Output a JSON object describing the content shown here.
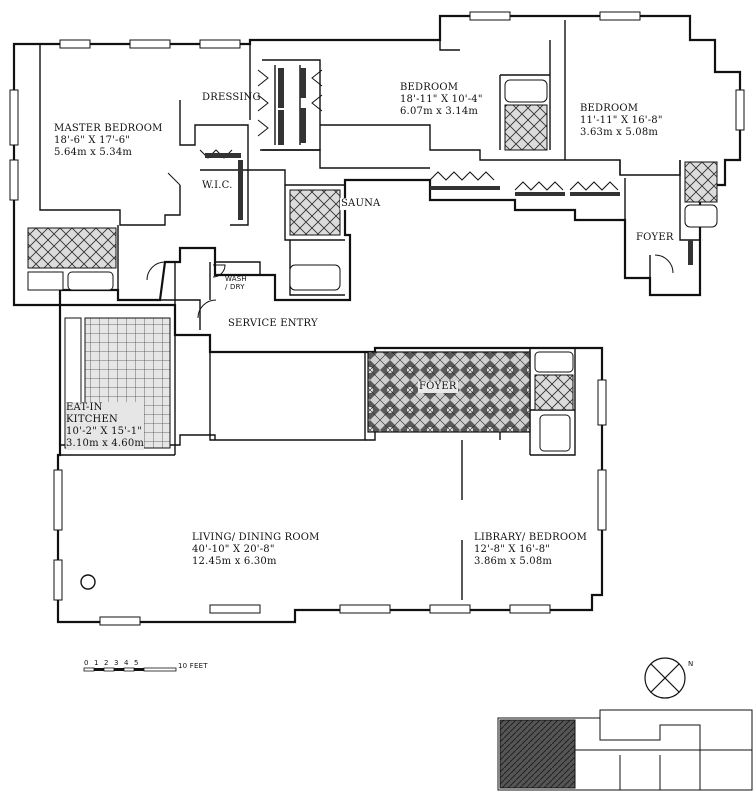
{
  "rooms": {
    "master_bedroom": {
      "name": "MASTER BEDROOM",
      "imperial": "18'-6\" X 17'-6\"",
      "metric": "5.64m x 5.34m"
    },
    "dressing": {
      "name": "DRESSING"
    },
    "wic": {
      "name": "W.I.C."
    },
    "bedroom_1": {
      "name": "BEDROOM",
      "imperial": "18'-11\" X 10'-4\"",
      "metric": "6.07m x 3.14m"
    },
    "bedroom_2": {
      "name": "BEDROOM",
      "imperial": "11'-11\" X 16'-8\"",
      "metric": "3.63m x 5.08m"
    },
    "sauna": {
      "name": "SAUNA"
    },
    "foyer_east": {
      "name": "FOYER"
    },
    "wash_dry": {
      "line1": "WASH",
      "line2": "/ DRY"
    },
    "service_entry": {
      "name": "SERVICE ENTRY"
    },
    "foyer_main": {
      "name": "FOYER"
    },
    "kitchen": {
      "line1": "EAT-IN",
      "line2": "KITCHEN",
      "imperial": "10'-2\" X 15'-1\"",
      "metric": "3.10m x 4.60m"
    },
    "living": {
      "name": "LIVING/ DINING ROOM",
      "imperial": "40'-10\" X 20'-8\"",
      "metric": "12.45m x 6.30m"
    },
    "library": {
      "name": "LIBRARY/ BEDROOM",
      "imperial": "12'-8\" X 16'-8\"",
      "metric": "3.86m x 5.08m"
    }
  },
  "scale_bar": {
    "ticks": [
      "0",
      "1",
      "2",
      "3",
      "4",
      "5"
    ],
    "end_label": "10 FEET"
  },
  "compass": {
    "label": "N"
  },
  "colors": {
    "ink": "#111111",
    "tile_fill": "#d9d9d9",
    "marble": "#9a9a9a",
    "key_dark": "#3a3a3a"
  }
}
